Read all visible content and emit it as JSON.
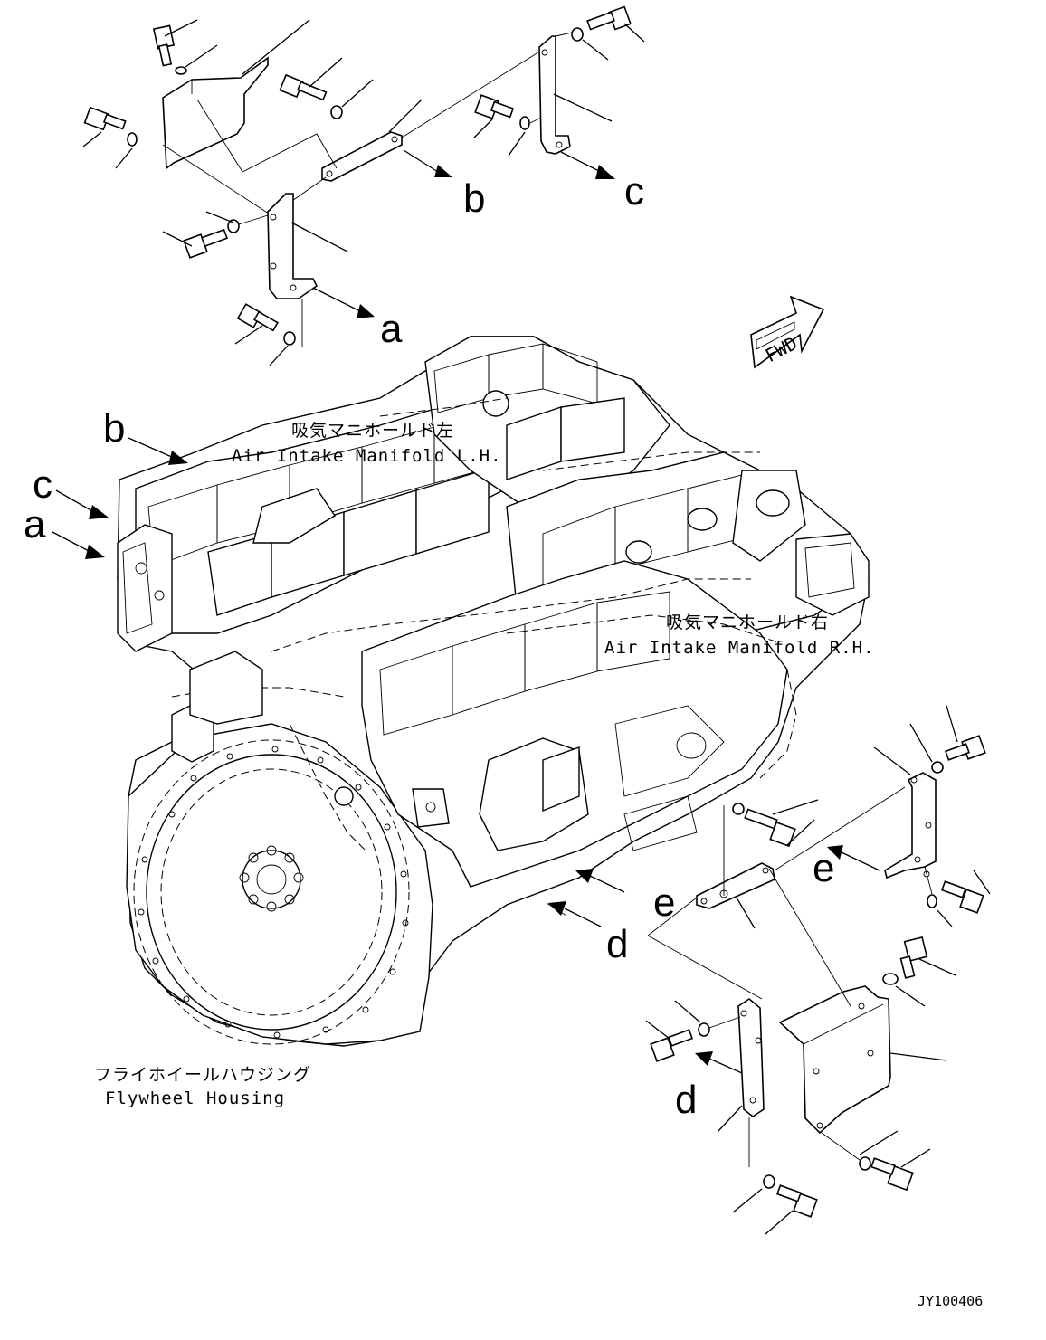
{
  "labels": {
    "intake_lh_jp": "吸気マニホールド左",
    "intake_lh_en": "Air Intake Manifold L.H.",
    "intake_rh_jp": "吸気マニホールド右",
    "intake_rh_en": "Air Intake Manifold R.H.",
    "flywheel_jp": "フライホイールハウジング",
    "flywheel_en": "Flywheel Housing",
    "fwd": "FWD",
    "drawing_no": "JY100406"
  },
  "refs": [
    "a",
    "b",
    "c",
    "d",
    "e"
  ]
}
